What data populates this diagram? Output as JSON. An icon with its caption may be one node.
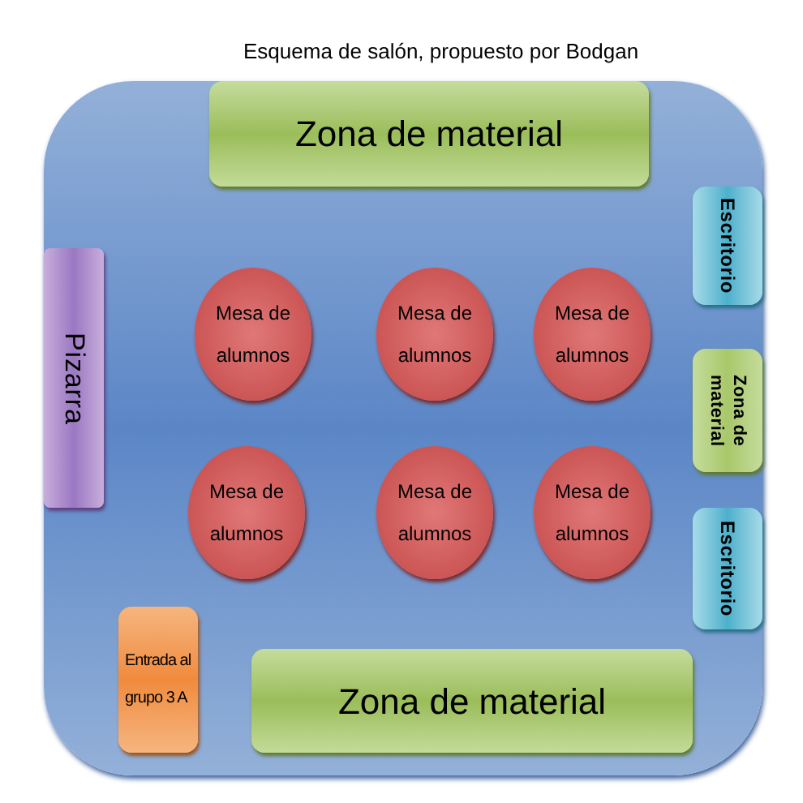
{
  "diagram": {
    "title": "Esquema de salón, propuesto por Bodgan",
    "nodes": [
      {
        "text": [],
        "shape": "box"
      },
      {
        "text": [
          "Zona de material"
        ],
        "in": 0
      },
      {
        "text": [
          "Escritorio"
        ],
        "in": 0
      },
      {
        "text": [
          "Pizarra"
        ],
        "in": 0
      },
      {
        "text": [
          "Mesa de alumnos"
        ],
        "in": 0
      },
      {
        "text": [
          "Mesa de alumnos"
        ],
        "in": 0
      },
      {
        "text": [
          "Mesa de alumnos"
        ],
        "in": 0
      },
      {
        "text": [
          "Zona de material"
        ],
        "in": 0
      },
      {
        "text": [
          "Mesa de alumnos"
        ],
        "in": 0
      },
      {
        "text": [
          "Mesa de alumnos"
        ],
        "in": 0
      },
      {
        "text": [
          "Mesa de alumnos"
        ],
        "in": 0
      },
      {
        "text": [
          "Escritorio"
        ],
        "in": 0
      },
      {
        "text": [
          "Entrada al grupo 3 A"
        ],
        "in": 0
      },
      {
        "text": [
          "Zona de material"
        ],
        "in": 0
      }
    ]
  }
}
